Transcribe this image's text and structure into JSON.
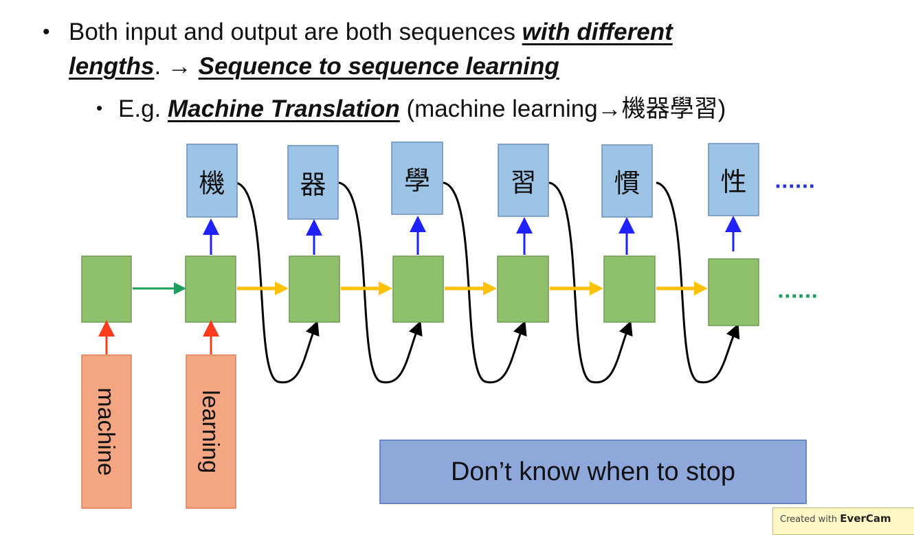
{
  "bullets": {
    "b1_line1_plain": "Both input and output are both sequences ",
    "b1_line1_emph": "with different",
    "b1_line2_emph1": "lengths",
    "b1_line2_plain": ". → ",
    "b1_line2_emph2": "Sequence to sequence learning",
    "b2_prefix": "E.g. ",
    "b2_emph": "Machine Translation",
    "b2_suffix": " (machine learning→機器學習)"
  },
  "inputs": [
    "machine",
    "learning"
  ],
  "outputs": [
    "機",
    "器",
    "學",
    "習",
    "慣",
    "性"
  ],
  "ellipsis_output": "······",
  "ellipsis_hidden": "······",
  "stop_box": "Don’t know when to stop",
  "watermark": {
    "prefix": "Created with ",
    "brand": "EverCam"
  },
  "colors": {
    "output_arrow": "#1f22ff",
    "input_arrow": "#ff3b1f",
    "encoder_arrow": "#1aa05a",
    "decoder_arrow": "#ffc000",
    "feedback_arrow": "#000000",
    "ellipsis_output": "#2233dd",
    "ellipsis_hidden": "#1aa05a"
  }
}
